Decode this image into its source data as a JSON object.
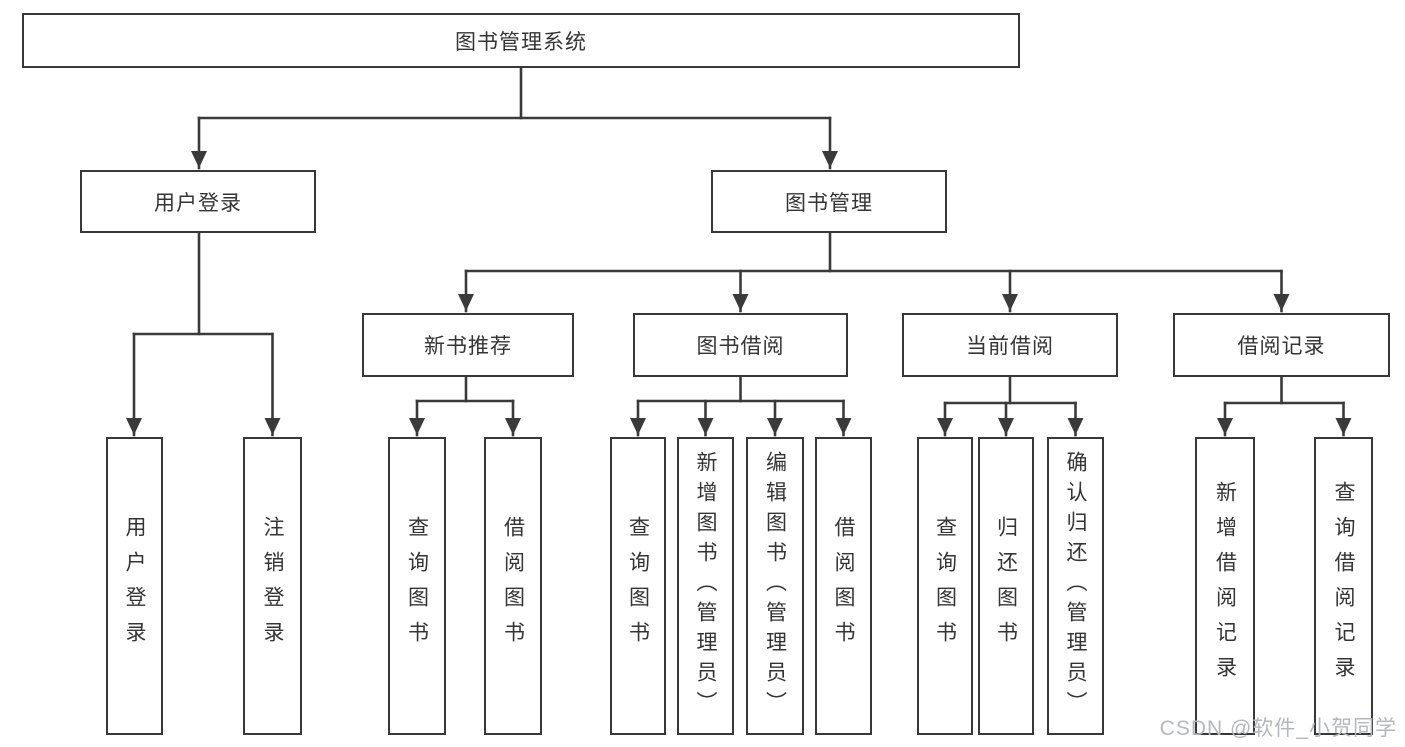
{
  "diagram": {
    "root": {
      "label": "图书管理系统"
    },
    "level2": [
      {
        "id": "user-login",
        "label": "用户登录"
      },
      {
        "id": "book-management",
        "label": "图书管理"
      }
    ],
    "level3": [
      {
        "id": "new-book-recommend",
        "label": "新书推荐"
      },
      {
        "id": "book-borrow",
        "label": "图书借阅"
      },
      {
        "id": "current-borrow",
        "label": "当前借阅"
      },
      {
        "id": "borrow-records",
        "label": "借阅记录"
      }
    ],
    "leaves": {
      "user_login": [
        "用户登录",
        "注销登录"
      ],
      "new_book_recommend": [
        "查询图书",
        "借阅图书"
      ],
      "book_borrow": [
        "查询图书",
        "新增图书（管理员）",
        "编辑图书（管理员）",
        "借阅图书"
      ],
      "current_borrow": [
        "查询图书",
        "归还图书",
        "确认归还（管理员）"
      ],
      "borrow_records": [
        "新增借阅记录",
        "查询借阅记录"
      ]
    }
  },
  "watermark": {
    "text": "CSDN @软件_小贺同学"
  },
  "colors": {
    "line": "#3a3a3a",
    "text": "#343434",
    "watermark": "#b4b7bb",
    "background": "#ffffff"
  }
}
